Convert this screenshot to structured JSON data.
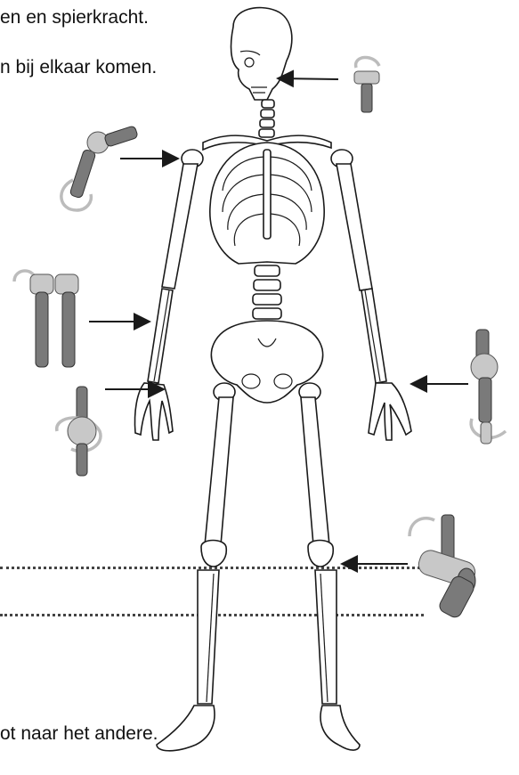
{
  "text": {
    "line1": "en en spierkracht.",
    "line2": "n bij elkaar komen.",
    "line3": "ot naar het andere."
  },
  "icons": [
    "pivot-joint-icon",
    "hinge-joint-icon",
    "ball-joint-icon",
    "saddle-joint-icon",
    "ball-joint-icon",
    "hinge-joint-icon"
  ],
  "colors": {
    "text": "#111111",
    "bone_outline": "#1a1a1a",
    "metal": "#7a7a7a",
    "rotation_arrow": "#bcbcbc"
  }
}
